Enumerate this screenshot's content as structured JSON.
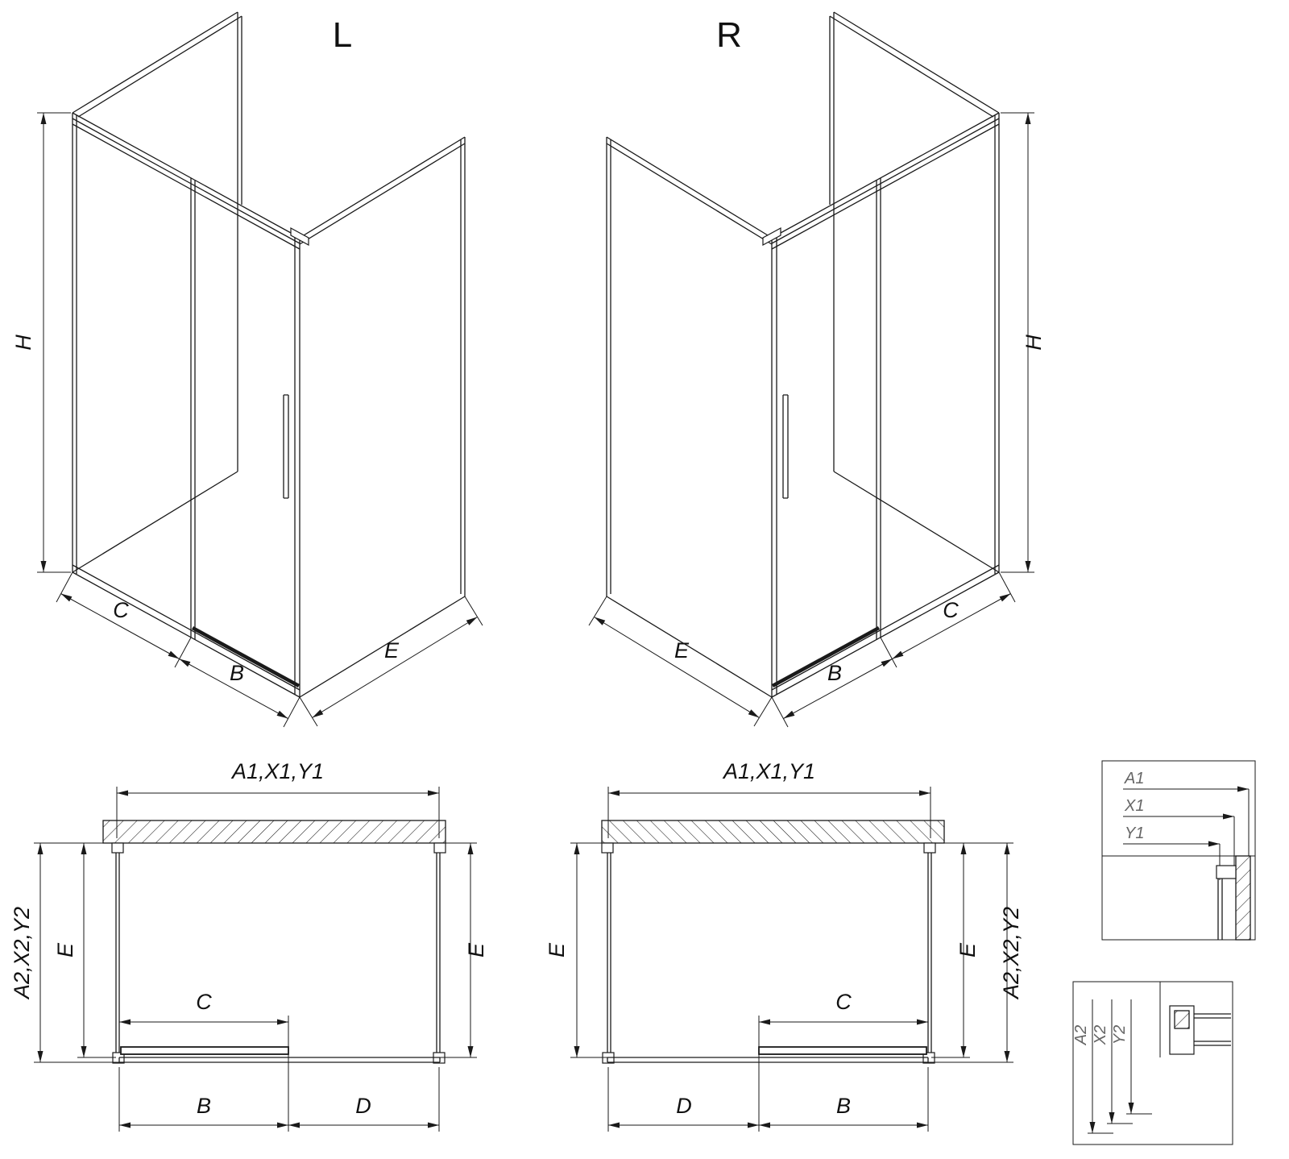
{
  "colors": {
    "ink": "#1a1a1a",
    "paper": "#ffffff",
    "detail_ink": "#666666"
  },
  "views": {
    "iso_left": {
      "label": "L",
      "dim_h": "H",
      "dim_c": "C",
      "dim_b": "B",
      "dim_e": "E"
    },
    "iso_right": {
      "label": "R",
      "dim_h": "H",
      "dim_c": "C",
      "dim_b": "B",
      "dim_e": "E"
    },
    "plan_left": {
      "dim_top": "A1,X1,Y1",
      "dim_side_outer": "A2,X2,Y2",
      "dim_e_left": "E",
      "dim_e_right": "E",
      "dim_c": "C",
      "dim_b": "B",
      "dim_d": "D"
    },
    "plan_right": {
      "dim_top": "A1,X1,Y1",
      "dim_side_outer": "A2,X2,Y2",
      "dim_e_left": "E",
      "dim_e_right": "E",
      "dim_c": "C",
      "dim_b": "B",
      "dim_d": "D"
    },
    "detail_top": {
      "labels": [
        "A1",
        "X1",
        "Y1"
      ]
    },
    "detail_bottom": {
      "labels": [
        "A2",
        "X2",
        "Y2"
      ]
    }
  }
}
